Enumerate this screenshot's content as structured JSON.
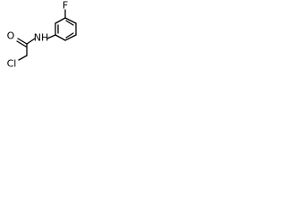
{
  "structure": {
    "atom_labels": {
      "fluorine": "F",
      "amide_nitrogen": "NH",
      "carbonyl_oxygen": "O",
      "chlorine": "Cl"
    }
  }
}
